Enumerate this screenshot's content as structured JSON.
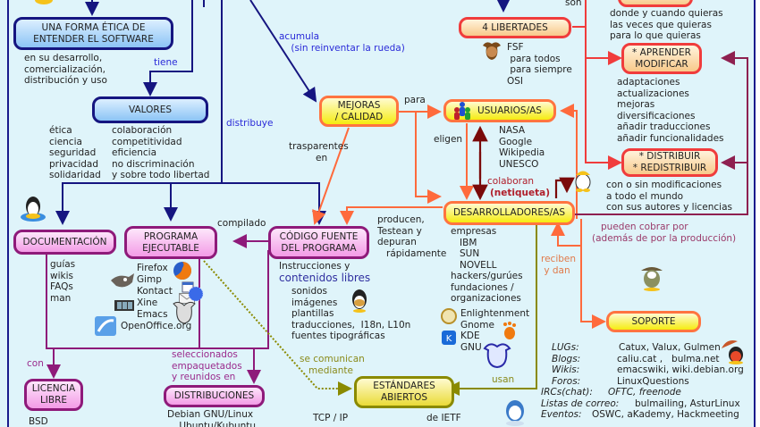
{
  "nodes": {
    "etica": "UNA FORMA ÉTICA DE\nENTENDER EL SOFTWARE",
    "valores": "VALORES",
    "libertades": "4 LIBERTADES",
    "aprender": "* APRENDER\nMODIFICAR",
    "distribuir": "* DISTRIBUIR\n* REDISTRIBUIR",
    "mejoras": "MEJORAS\n/ CALIDAD",
    "usuarios": "USUARIOS/AS",
    "desarrolladores": "DESARROLLADORES/AS",
    "documentacion": "DOCUMENTACIÓN",
    "ejecutable": "PROGRAMA\nEJECUTABLE",
    "fuente": "CÓDIGO FUENTE\nDEL PROGRAMA",
    "soporte": "SOPORTE",
    "licencia": "LICENCIA\nLIBRE",
    "distribuciones": "DISTRIBUCIONES",
    "estandares": "ESTÁNDARES\nABIERTOS"
  },
  "link_labels": {
    "tiene": "tiene",
    "acumula": "acumula\n    (sin reinventar la rueda)",
    "distribuye": "distribuye",
    "para": "para",
    "son": "son",
    "eligen": "eligen",
    "colaboran": "colaboran",
    "netiqueta": "(netiqueta)",
    "trasparentes": "trasparentes\n         en",
    "compilado": "compilado",
    "producen": "producen,\nTestean y\ndepuran\n   rápidamente",
    "pueden_cobrar": "   pueden cobrar por\n(además de por la producción)",
    "reciben": "reciben\n y dan",
    "con": "con",
    "seleccionados": "seleccionados\nempaquetados\ny reunidos en",
    "se_comunican": "se comunican\n   mediante",
    "usan": "usan"
  },
  "texts": {
    "etica_desc": "en su desarrollo,\ncomercialización,\ndistribución y uso",
    "valores_col1": "ética\nciencia\nseguridad\nprivacidad\nsolidaridad",
    "valores_col2": "colaboración\ncompetitividad\neficiencia\nno discriminación\ny sobre todo libertad",
    "usar_desc": "donde y cuando quieras\nlas veces que quieras\npara lo que quieras",
    "libertades_desc": "FSF\n para todos\n para siempre\nOSI",
    "aprender_desc": "adaptaciones\nactualizaciones\nmejoras\ndiversificaciones\nañadir traducciones\nañadir funcionalidades",
    "distribuir_desc": "con o sin modificaciones\na todo el mundo\ncon sus autores y licencias",
    "usuarios_desc": "NASA\nGoogle\nWikipedia\nUNESCO",
    "doc_desc": "guías\nwikis\nFAQs\nman",
    "ejecutable_desc": [
      "Firefox",
      "Gimp",
      "Kontact",
      "Xine",
      "Emacs",
      "OpenOffice.org"
    ],
    "fuente_desc1": "Instrucciones y",
    "fuente_desc2": "contenidos libres",
    "fuente_desc3": "sonidos\nimágenes\nplantillas\ntraducciones,  I18n, L10n\nfuentes tipográficas",
    "dev_desc1": "empresas\n   IBM\n   SUN\n   NOVELL\nhackers/gurúes\nfundaciones /\norganizaciones",
    "dev_desc2": "Enlightenment\nGnome\nKDE\nGNU",
    "comunidad_keys": [
      "LUGs:",
      "Blogs:",
      "Wikis:",
      "Foros:",
      "IRCs(chat):",
      "Listas de correo:",
      "Eventos:"
    ],
    "comunidad_vals": [
      "Catux, Valux, Gulmen",
      "caliu.cat ,   bulma.net",
      "emacswiki, wiki.debian.org",
      "LinuxQuestions",
      "OFTC, freenode",
      "bulmailing, AsturLinux",
      "OSWC, aKademy, Hackmeeting"
    ],
    "licencia_desc": "BSD",
    "distribuciones_desc": "Debian GNU/Linux\n    Ubuntu/Kubuntu",
    "estandares_desc1": "TCP / IP",
    "estandares_desc2": "de IETF"
  },
  "icons": [
    "mascot-icon",
    "gnu-mascot-icon",
    "users-icon",
    "construction-penguin-icon",
    "penguin-icon",
    "gimp-icon",
    "firefox-icon",
    "calendar-icon",
    "mail-icon",
    "film-icon",
    "emacs-gnu-icon",
    "openoffice-icon",
    "guitar-penguin-icon",
    "enlightenment-icon",
    "gnome-icon",
    "kde-icon",
    "gnu-head-icon",
    "explorer-penguin-icon",
    "umbrella-penguin-icon",
    "blue-penguin-icon"
  ]
}
